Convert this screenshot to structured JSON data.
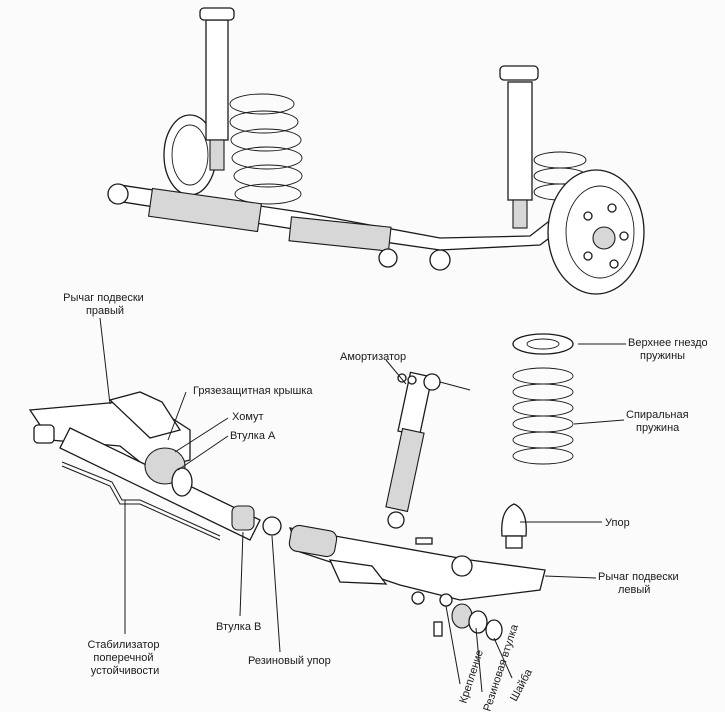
{
  "labels": {
    "right_arm": [
      "Рычаг подвески",
      "правый"
    ],
    "dust_cover": "Грязезащитная крышка",
    "clamp": "Хомут",
    "bushing_a": "Втулка А",
    "shock": "Амортизатор",
    "upper_seat": [
      "Верхнее гнездо",
      "пружины"
    ],
    "coil_spring": [
      "Спиральная",
      "пружина"
    ],
    "bump_stop": "Упор",
    "left_arm": [
      "Рычаг подвески",
      "левый"
    ],
    "stabilizer": [
      "Стабилизатор",
      "поперечной",
      "устойчивости"
    ],
    "bushing_b": "Втулка В",
    "rubber_stop": "Резиновый упор",
    "mount": "Крепление",
    "rubber_bushing": "Резиновая втулка",
    "washer": "Шайба"
  }
}
